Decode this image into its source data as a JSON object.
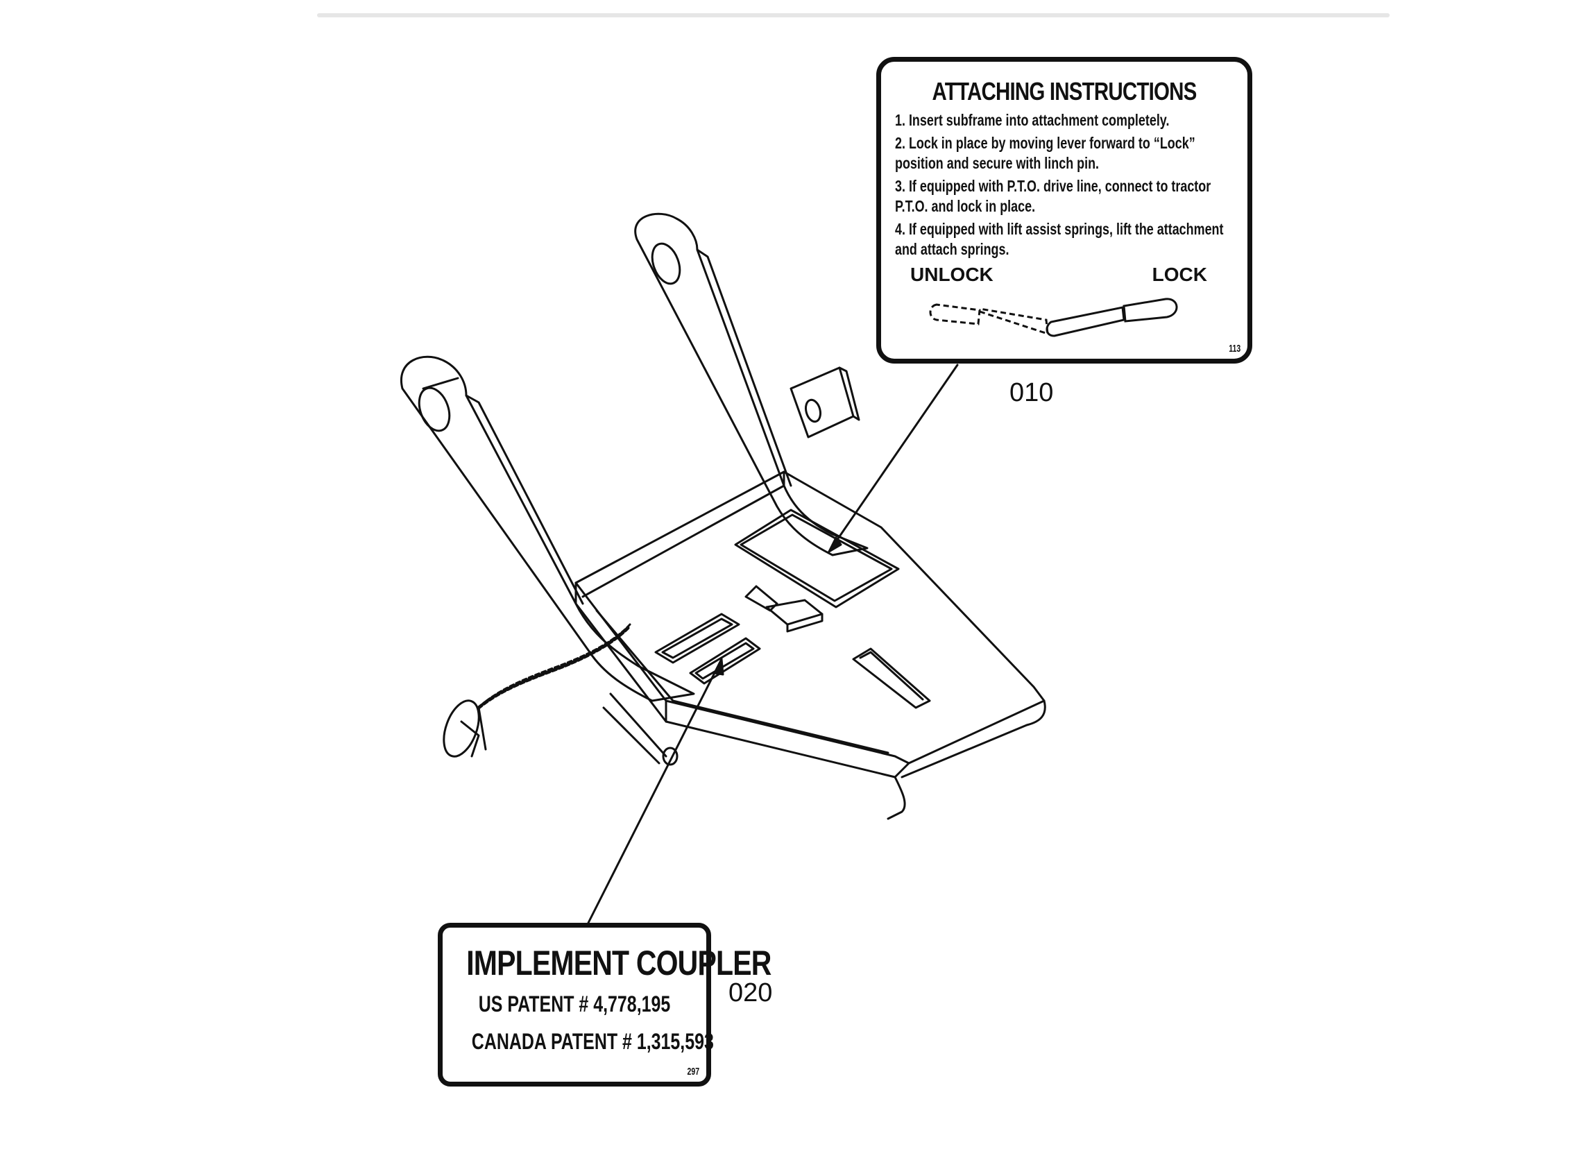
{
  "diagram": {
    "subject": "implement coupler subframe",
    "ink_color": "#111111",
    "background_color": "#ffffff"
  },
  "callouts": [
    {
      "label": "010"
    },
    {
      "label": "020"
    }
  ],
  "decal_010": {
    "title": "ATTACHING INSTRUCTIONS",
    "steps": [
      "1. Insert subframe into attachment completely.",
      "2. Lock in place by moving lever forward to “Lock” position and secure with linch pin.",
      "3. If equipped with P.T.O. drive line, connect to tractor P.T.O. and lock in place.",
      "4. If equipped with lift assist springs, lift the attachment and attach springs."
    ],
    "unlock_label": "UNLOCK",
    "lock_label": "LOCK",
    "code": "113"
  },
  "decal_020": {
    "title": "IMPLEMENT COUPLER",
    "us_patent": "US PATENT # 4,778,195",
    "canada_patent": "CANADA PATENT # 1,315,593",
    "code": "297"
  }
}
